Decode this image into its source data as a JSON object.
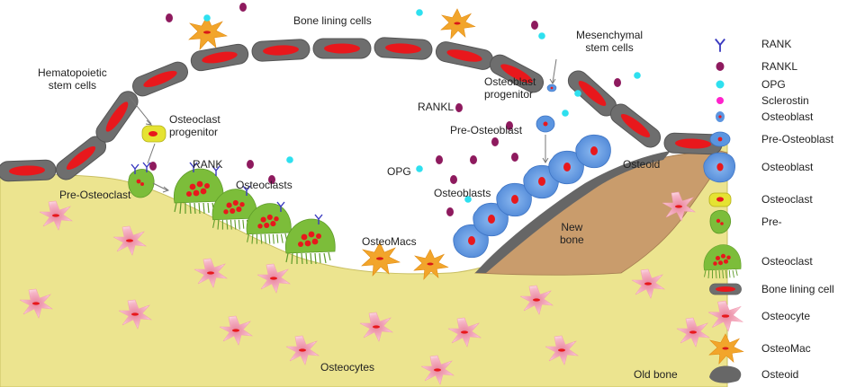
{
  "labels": {
    "bone_lining_cells": "Bone lining cells",
    "mesenchymal_stem_cells_line1": "Mesenchymal",
    "mesenchymal_stem_cells_line2": "stem cells",
    "hematopoietic_line1": "Hematopoietic",
    "hematopoietic_line2": "stem cells",
    "osteoblast_progenitor_line1": "Osteoblast",
    "osteoblast_progenitor_line2": "progenitor",
    "rankl": "RANKL",
    "osteoclast_progenitor_line1": "Osteoclast",
    "osteoclast_progenitor_line2": "progenitor",
    "pre_osteoblast": "Pre-Osteoblast",
    "rank": "RANK",
    "osteoclasts": "Osteoclasts",
    "opg": "OPG",
    "osteoid": "Osteoid",
    "pre_osteoclast": "Pre-Osteoclast",
    "osteoblasts": "Osteoblasts",
    "new_bone_line1": "New",
    "new_bone_line2": "bone",
    "osteomacs": "OsteoMacs",
    "osteocytes": "Osteocytes",
    "old_bone": "Old bone"
  },
  "legend": [
    {
      "label": "RANK",
      "icon": "rank-receptor"
    },
    {
      "label": "RANKL",
      "icon": "rankl-dot"
    },
    {
      "label": "OPG",
      "icon": "opg-dot"
    },
    {
      "label": "Sclerostin",
      "icon": "sclerostin-dot"
    },
    {
      "label": "Osteoblast",
      "icon": "small-osteoblast"
    },
    {
      "label": "Pre-Osteoblast",
      "icon": "pre-osteoblast-cell"
    },
    {
      "label": "Osteoblast",
      "icon": "osteoblast-cell"
    },
    {
      "label": "Osteoclast",
      "icon": "osteoclast-progenitor-cell"
    },
    {
      "label": "Pre-",
      "icon": "pre-osteoclast-cell"
    },
    {
      "label": "Osteoclast",
      "icon": "osteoclast-cell"
    },
    {
      "label": "Bone lining cell",
      "icon": "bone-lining-cell"
    },
    {
      "label": "Osteocyte",
      "icon": "osteocyte-cell"
    },
    {
      "label": "OsteoMac",
      "icon": "osteomac-cell"
    },
    {
      "label": "Osteoid",
      "icon": "osteoid-shape"
    }
  ],
  "colors": {
    "old_bone": "#ece48f",
    "new_bone": "#c99c6c",
    "osteoid": "#676767",
    "rankl": "#8e1a5e",
    "opg": "#2ee0ef",
    "sclerostin": "#ff22cc",
    "osteoblast": "#5b95e0",
    "osteoclast": "#7cbd3a",
    "nucleus": "#e8181c",
    "osteomac": "#f2a52b",
    "osteocyte": "#f4a0b8",
    "rank": "#3a3ac0"
  }
}
